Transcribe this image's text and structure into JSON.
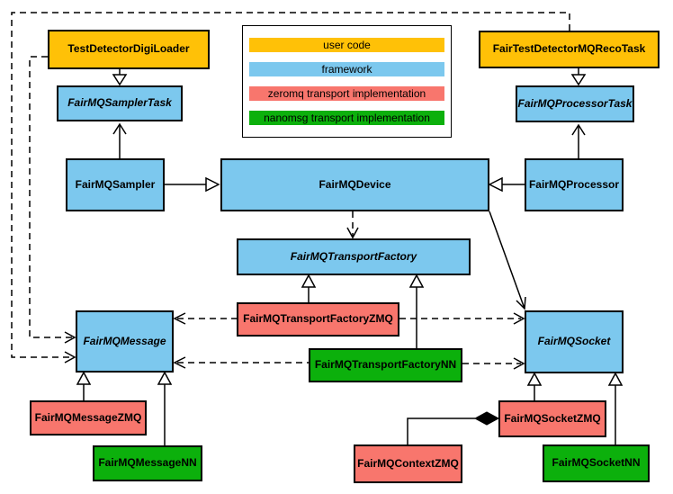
{
  "colors": {
    "user_code": "#FFC107",
    "framework": "#7CC8EE",
    "zeromq": "#F8766D",
    "nanomsg": "#0CB00C",
    "line": "#000000",
    "background": "#FFFFFF"
  },
  "legend": {
    "items": [
      {
        "label": "user code",
        "category": "user_code"
      },
      {
        "label": "framework",
        "category": "framework"
      },
      {
        "label": "zeromq transport implementation",
        "category": "zeromq"
      },
      {
        "label": "nanomsg transport implementation",
        "category": "nanomsg"
      }
    ]
  },
  "nodes": {
    "testDetectorDigiLoader": {
      "label": "TestDetectorDigiLoader",
      "category": "user_code",
      "abstract": false
    },
    "fairTestDetectorMQRecoTask": {
      "label": "FairTestDetectorMQRecoTask",
      "category": "user_code",
      "abstract": false
    },
    "fairMQSamplerTask": {
      "label": "FairMQSamplerTask",
      "category": "framework",
      "abstract": true
    },
    "fairMQProcessorTask": {
      "label": "FairMQProcessorTask",
      "category": "framework",
      "abstract": true
    },
    "fairMQSampler": {
      "label": "FairMQSampler",
      "category": "framework",
      "abstract": false
    },
    "fairMQDevice": {
      "label": "FairMQDevice",
      "category": "framework",
      "abstract": false
    },
    "fairMQProcessor": {
      "label": "FairMQProcessor",
      "category": "framework",
      "abstract": false
    },
    "fairMQTransportFactory": {
      "label": "FairMQTransportFactory",
      "category": "framework",
      "abstract": true
    },
    "fairMQTransportFactoryZMQ": {
      "label": "FairMQTransportFactoryZMQ",
      "category": "zeromq",
      "abstract": false
    },
    "fairMQTransportFactoryNN": {
      "label": "FairMQTransportFactoryNN",
      "category": "nanomsg",
      "abstract": false
    },
    "fairMQMessage": {
      "label": "FairMQMessage",
      "category": "framework",
      "abstract": true
    },
    "fairMQSocket": {
      "label": "FairMQSocket",
      "category": "framework",
      "abstract": true
    },
    "fairMQMessageZMQ": {
      "label": "FairMQMessageZMQ",
      "category": "zeromq",
      "abstract": false
    },
    "fairMQMessageNN": {
      "label": "FairMQMessageNN",
      "category": "nanomsg",
      "abstract": false
    },
    "fairMQContextZMQ": {
      "label": "FairMQContextZMQ",
      "category": "zeromq",
      "abstract": false
    },
    "fairMQSocketZMQ": {
      "label": "FairMQSocketZMQ",
      "category": "zeromq",
      "abstract": false
    },
    "fairMQSocketNN": {
      "label": "FairMQSocketNN",
      "category": "nanomsg",
      "abstract": false
    }
  },
  "relationships": [
    {
      "from": "TestDetectorDigiLoader",
      "to": "FairMQSamplerTask",
      "type": "inheritance",
      "line": "solid"
    },
    {
      "from": "FairTestDetectorMQRecoTask",
      "to": "FairMQProcessorTask",
      "type": "inheritance",
      "line": "solid"
    },
    {
      "from": "FairMQSampler",
      "to": "FairMQDevice",
      "type": "inheritance",
      "line": "solid"
    },
    {
      "from": "FairMQProcessor",
      "to": "FairMQDevice",
      "type": "inheritance",
      "line": "solid"
    },
    {
      "from": "FairMQSampler",
      "to": "FairMQSamplerTask",
      "type": "association",
      "line": "solid"
    },
    {
      "from": "FairMQProcessor",
      "to": "FairMQProcessorTask",
      "type": "association",
      "line": "solid"
    },
    {
      "from": "FairMQDevice",
      "to": "FairMQTransportFactory",
      "type": "dependency",
      "line": "dashed"
    },
    {
      "from": "FairMQDevice",
      "to": "FairMQSocket",
      "type": "association",
      "line": "solid"
    },
    {
      "from": "FairMQTransportFactoryZMQ",
      "to": "FairMQTransportFactory",
      "type": "inheritance",
      "line": "solid"
    },
    {
      "from": "FairMQTransportFactoryNN",
      "to": "FairMQTransportFactory",
      "type": "inheritance",
      "line": "solid"
    },
    {
      "from": "FairMQTransportFactoryZMQ",
      "to": "FairMQMessage",
      "type": "dependency",
      "line": "dashed"
    },
    {
      "from": "FairMQTransportFactoryZMQ",
      "to": "FairMQSocket",
      "type": "dependency",
      "line": "dashed"
    },
    {
      "from": "FairMQTransportFactoryNN",
      "to": "FairMQMessage",
      "type": "dependency",
      "line": "dashed"
    },
    {
      "from": "FairMQTransportFactoryNN",
      "to": "FairMQSocket",
      "type": "dependency",
      "line": "dashed"
    },
    {
      "from": "TestDetectorDigiLoader",
      "to": "FairMQMessage",
      "type": "dependency",
      "line": "dashed"
    },
    {
      "from": "FairTestDetectorMQRecoTask",
      "to": "FairMQMessage",
      "type": "dependency",
      "line": "dashed"
    },
    {
      "from": "FairMQMessageZMQ",
      "to": "FairMQMessage",
      "type": "inheritance",
      "line": "solid"
    },
    {
      "from": "FairMQMessageNN",
      "to": "FairMQMessage",
      "type": "inheritance",
      "line": "solid"
    },
    {
      "from": "FairMQSocketZMQ",
      "to": "FairMQSocket",
      "type": "inheritance",
      "line": "solid"
    },
    {
      "from": "FairMQSocketNN",
      "to": "FairMQSocket",
      "type": "inheritance",
      "line": "solid"
    },
    {
      "from": "FairMQSocketZMQ",
      "to": "FairMQContextZMQ",
      "type": "composition",
      "line": "solid"
    }
  ]
}
